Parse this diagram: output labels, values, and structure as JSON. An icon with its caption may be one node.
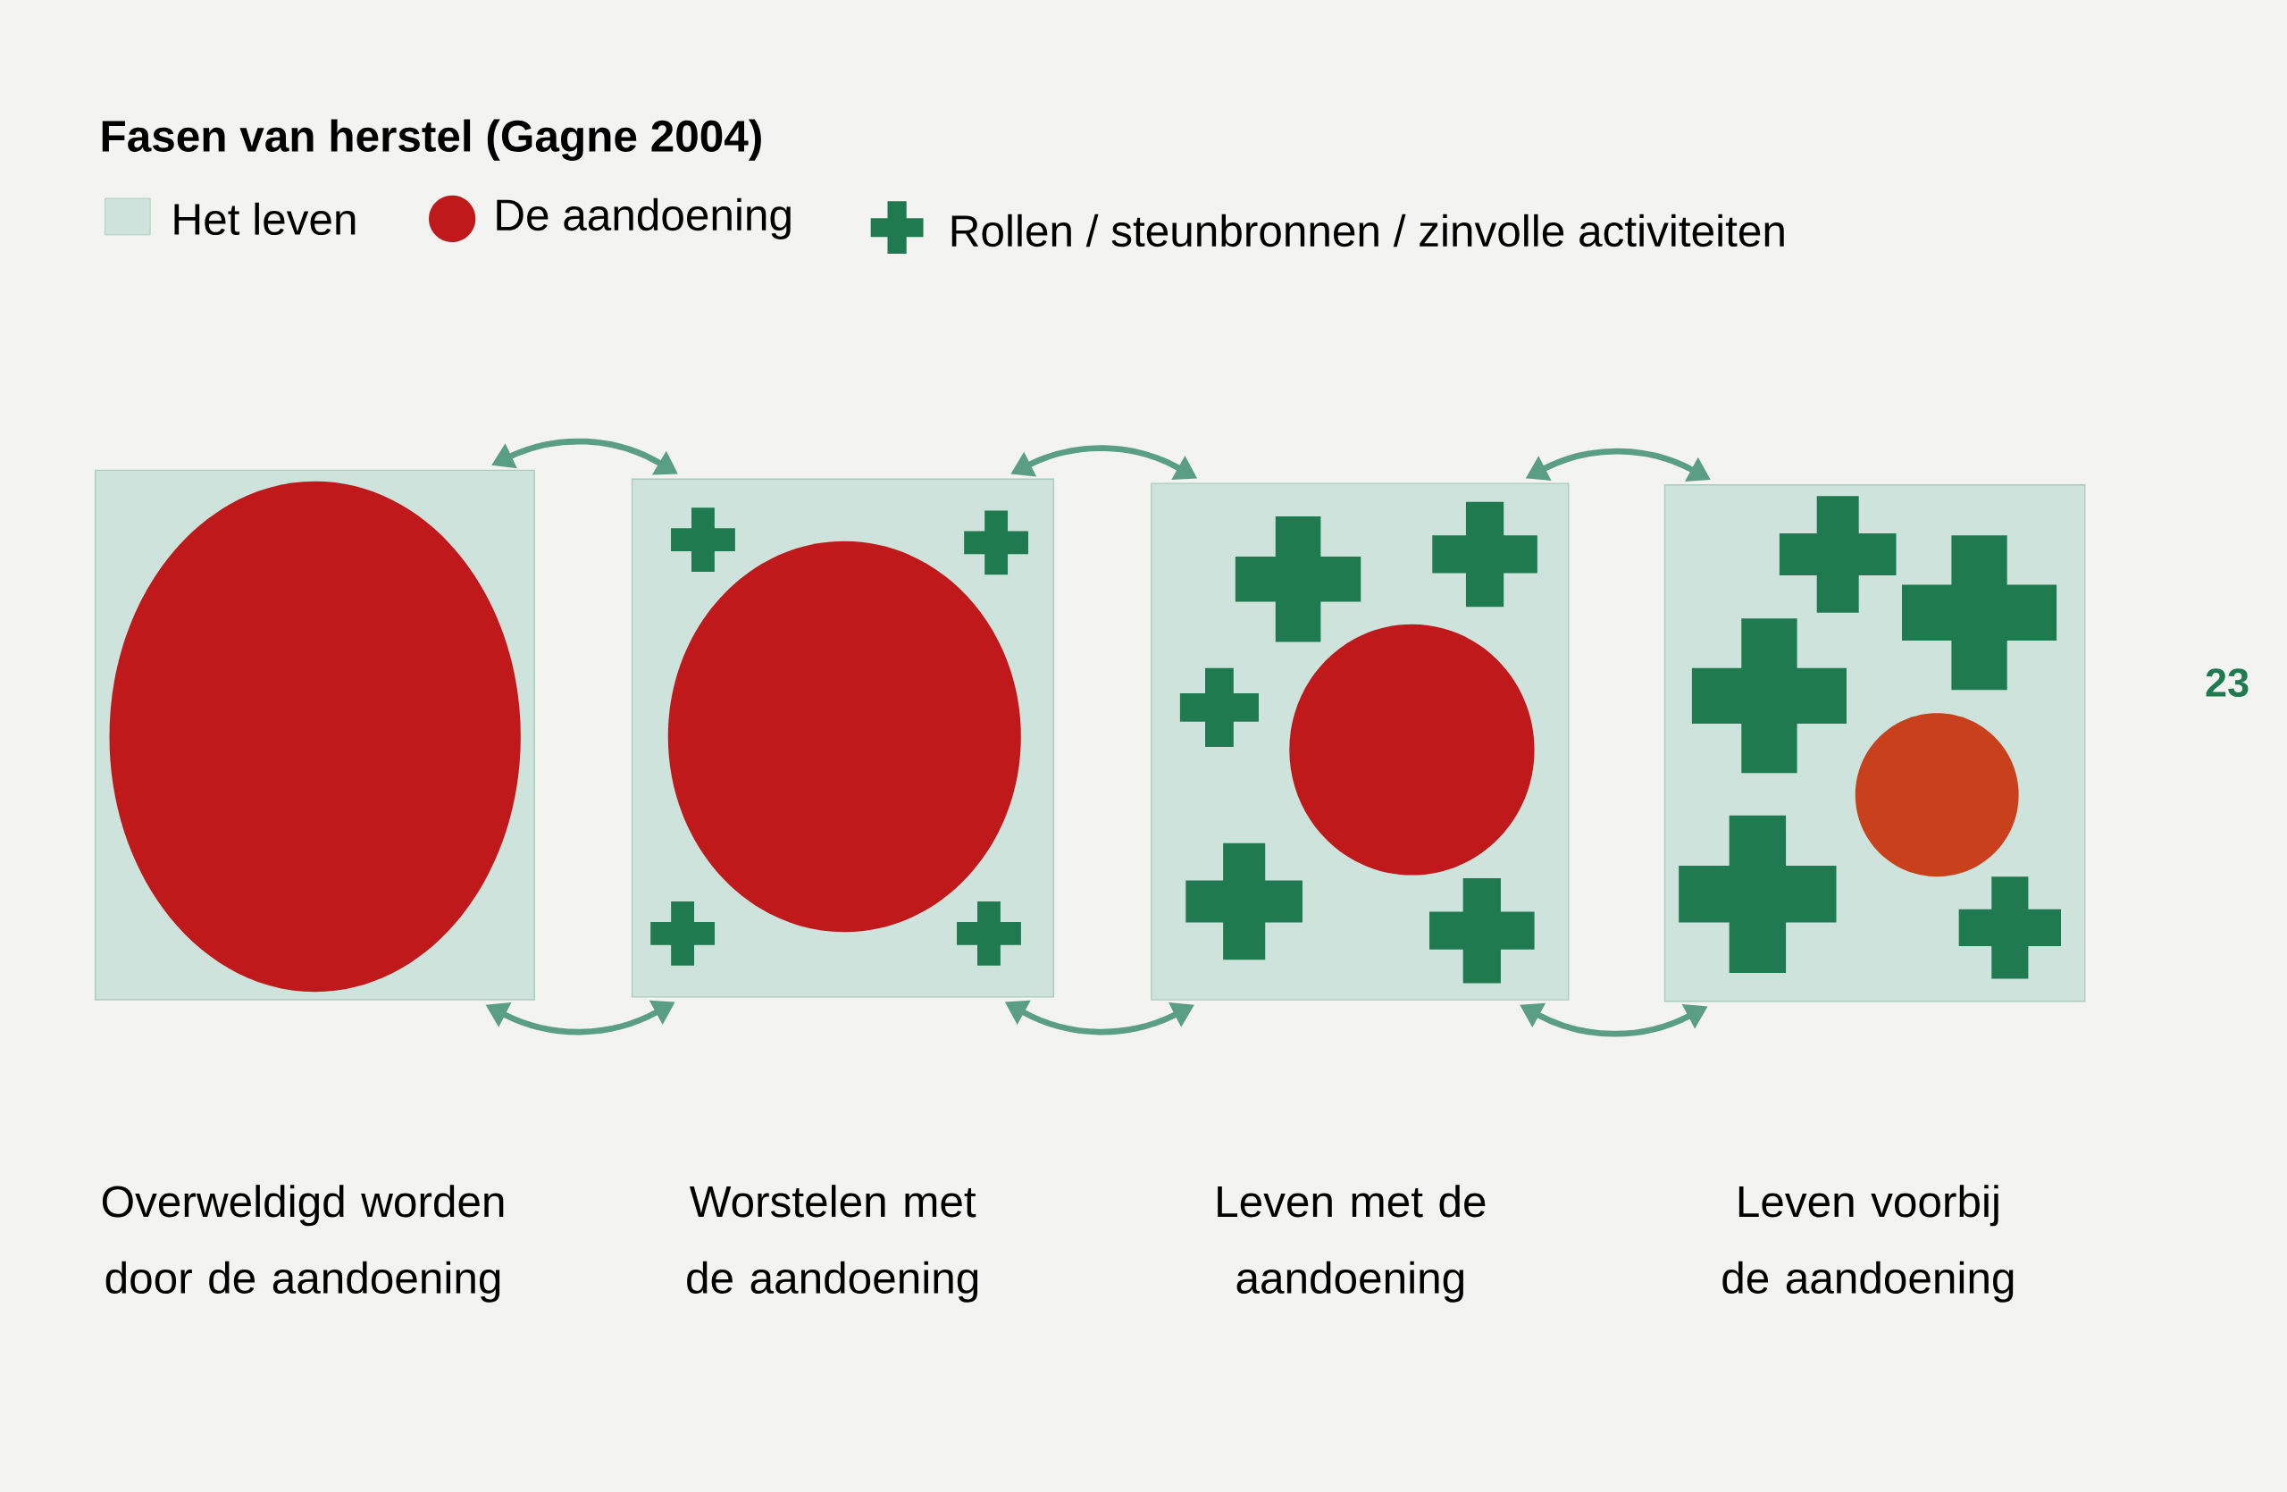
{
  "diagram": {
    "title": "Fasen van herstel (Gagne 2004)",
    "nodes": [
      {
        "text": [],
        "shape": "box"
      },
      {
        "text": [],
        "shape": "box"
      },
      {
        "text": [],
        "shape": "box"
      },
      {
        "text": [],
        "shape": "box"
      }
    ],
    "edges": [
      {
        "from": 0,
        "to": 1,
        "arrow": "both"
      },
      {
        "from": 0,
        "to": 1,
        "arrow": "both"
      },
      {
        "from": 1,
        "to": 2,
        "arrow": "both"
      },
      {
        "from": 1,
        "to": 2,
        "arrow": "both"
      },
      {
        "from": 2,
        "to": 3,
        "arrow": "both"
      },
      {
        "from": 2,
        "to": 3,
        "arrow": "both"
      }
    ],
    "labels": [
      "23",
      "Overweldigd worden door de aandoening",
      "Worstelen met de aandoening",
      "Leven met de aandoening",
      "Leven voorbij de aandoening"
    ],
    "legend": [
      {
        "text": "Het leven",
        "color": "#cde3dc"
      },
      {
        "text": "De aandoening",
        "color": "#c0191b"
      },
      {
        "text": "Rollen / steunbronnen / zinvolle activiteiten"
      }
    ]
  }
}
